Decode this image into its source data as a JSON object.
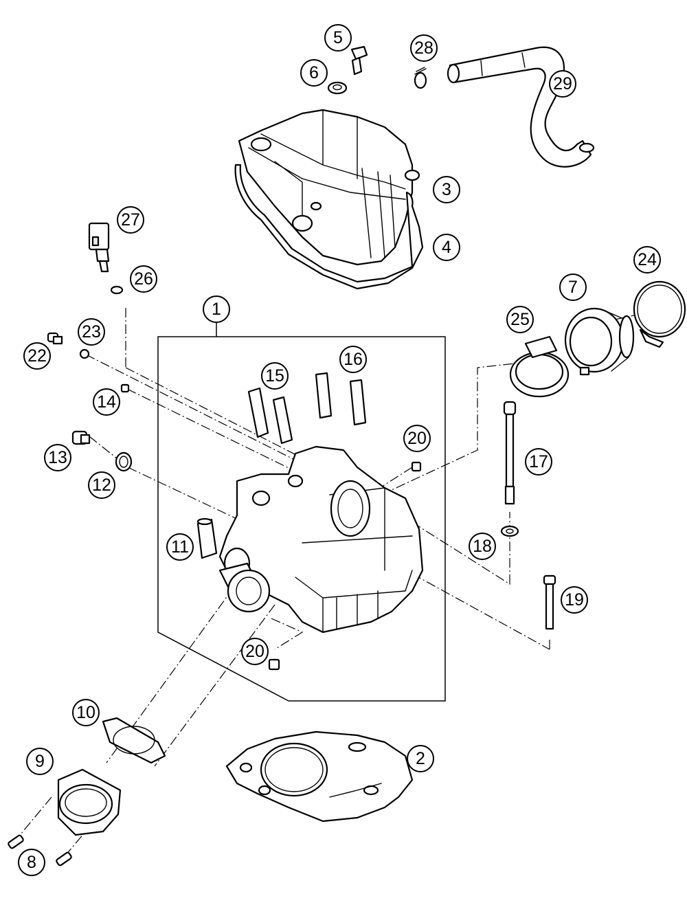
{
  "callouts": [
    {
      "id": "1",
      "label": "1"
    },
    {
      "id": "2",
      "label": "2"
    },
    {
      "id": "3",
      "label": "3"
    },
    {
      "id": "4",
      "label": "4"
    },
    {
      "id": "5",
      "label": "5"
    },
    {
      "id": "6",
      "label": "6"
    },
    {
      "id": "7",
      "label": "7"
    },
    {
      "id": "8",
      "label": "8"
    },
    {
      "id": "9",
      "label": "9"
    },
    {
      "id": "10",
      "label": "10"
    },
    {
      "id": "11",
      "label": "11"
    },
    {
      "id": "12",
      "label": "12"
    },
    {
      "id": "13",
      "label": "13"
    },
    {
      "id": "14",
      "label": "14"
    },
    {
      "id": "15",
      "label": "15"
    },
    {
      "id": "16",
      "label": "16"
    },
    {
      "id": "17",
      "label": "17"
    },
    {
      "id": "18",
      "label": "18"
    },
    {
      "id": "19",
      "label": "19"
    },
    {
      "id": "20a",
      "label": "20"
    },
    {
      "id": "20b",
      "label": "20"
    },
    {
      "id": "22",
      "label": "22"
    },
    {
      "id": "23",
      "label": "23"
    },
    {
      "id": "24",
      "label": "24"
    },
    {
      "id": "25",
      "label": "25"
    },
    {
      "id": "26",
      "label": "26"
    },
    {
      "id": "27",
      "label": "27"
    },
    {
      "id": "28",
      "label": "28"
    },
    {
      "id": "29",
      "label": "29"
    }
  ]
}
